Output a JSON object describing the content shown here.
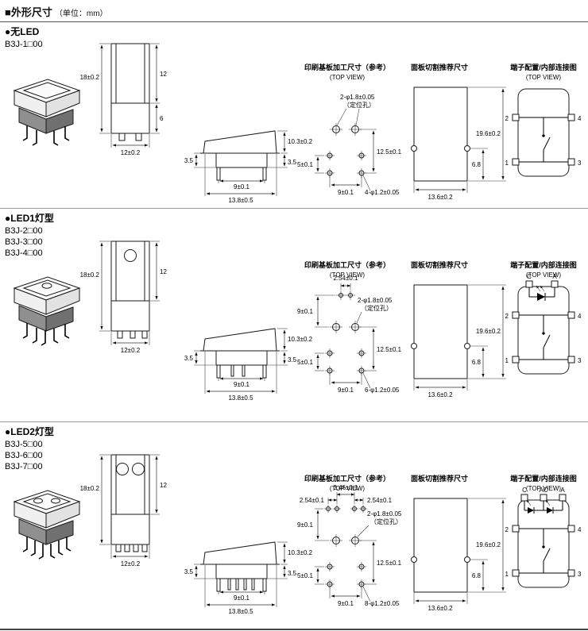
{
  "page": {
    "title": "■外形尺寸",
    "unit": "（单位：mm）"
  },
  "common": {
    "pcb_title": "印刷基板加工尺寸（参考）",
    "top_view": "(TOP VIEW)",
    "panel_title": "面板切割推荐尺寸",
    "terminal_title": "端子配置/内部连接图",
    "locating_hole": "（定位孔）"
  },
  "sections": [
    {
      "heading": "●无LED",
      "models": [
        "B3J-1□00"
      ],
      "front": {
        "height": "18±0.2",
        "cap": "12",
        "body": "6",
        "width": "12±0.2"
      },
      "side": {
        "flange": "3.5",
        "travel": "10.3±0.2",
        "base": "3.5",
        "pin_pitch": "9±0.1",
        "total_width": "13.8±0.5"
      },
      "pcb": {
        "locating": "2-φ1.8±0.05",
        "row_span": "12.5±0.1",
        "row_gap": "5±0.1",
        "col_pitch": "9±0.1",
        "terminal_holes": "4-φ1.2±0.05"
      },
      "panel": {
        "height": "19.6±0.2",
        "notch": "6.8",
        "width": "13.6±0.2"
      },
      "terminal": {
        "pin1": "1",
        "pin2": "2",
        "pin3": "3",
        "pin4": "4"
      }
    },
    {
      "heading": "●LED1灯型",
      "models": [
        "B3J-2□00",
        "B3J-3□00",
        "B3J-4□00"
      ],
      "front": {
        "height": "18±0.2",
        "cap": "12",
        "width": "12±0.2"
      },
      "side": {
        "flange": "3.5",
        "travel": "10.3±0.2",
        "base": "3.5",
        "pin_pitch": "9±0.1",
        "total_width": "13.8±0.5"
      },
      "pcb": {
        "led_pitch": "2.54±0.1",
        "led_drop": "9±0.1",
        "locating": "2-φ1.8±0.05",
        "row_span": "12.5±0.1",
        "row_gap": "5±0.1",
        "col_pitch": "9±0.1",
        "terminal_holes": "6-φ1.2±0.05"
      },
      "panel": {
        "height": "19.6±0.2",
        "notch": "6.8",
        "width": "13.6±0.2"
      },
      "terminal": {
        "pin1": "1",
        "pin2": "2",
        "pin3": "3",
        "pin4": "4",
        "led_c": "C",
        "led_a": "A"
      }
    },
    {
      "heading": "●LED2灯型",
      "models": [
        "B3J-5□00",
        "B3J-6□00",
        "B3J-7□00"
      ],
      "front": {
        "height": "18±0.2",
        "cap": "12",
        "width": "12±0.2"
      },
      "side": {
        "flange": "3.5",
        "travel": "10.3±0.2",
        "base": "3.5",
        "pin_pitch": "9±0.1",
        "total_width": "13.8±0.5"
      },
      "pcb": {
        "led_pitch_left": "2.54±0.1",
        "led_center": "3.46±0.1",
        "led_pitch_right": "2.54±0.1",
        "led_drop": "9±0.1",
        "locating": "2-φ1.8±0.05",
        "row_span": "12.5±0.1",
        "row_gap": "5±0.1",
        "col_pitch": "9±0.1",
        "terminal_holes": "8-φ1.2±0.05"
      },
      "panel": {
        "height": "19.6±0.2",
        "notch": "6.8",
        "width": "13.6±0.2"
      },
      "terminal": {
        "pin1": "1",
        "pin2": "2",
        "pin3": "3",
        "pin4": "4",
        "led_c": "C",
        "led_ac": "AC",
        "led_a": "A"
      }
    }
  ]
}
